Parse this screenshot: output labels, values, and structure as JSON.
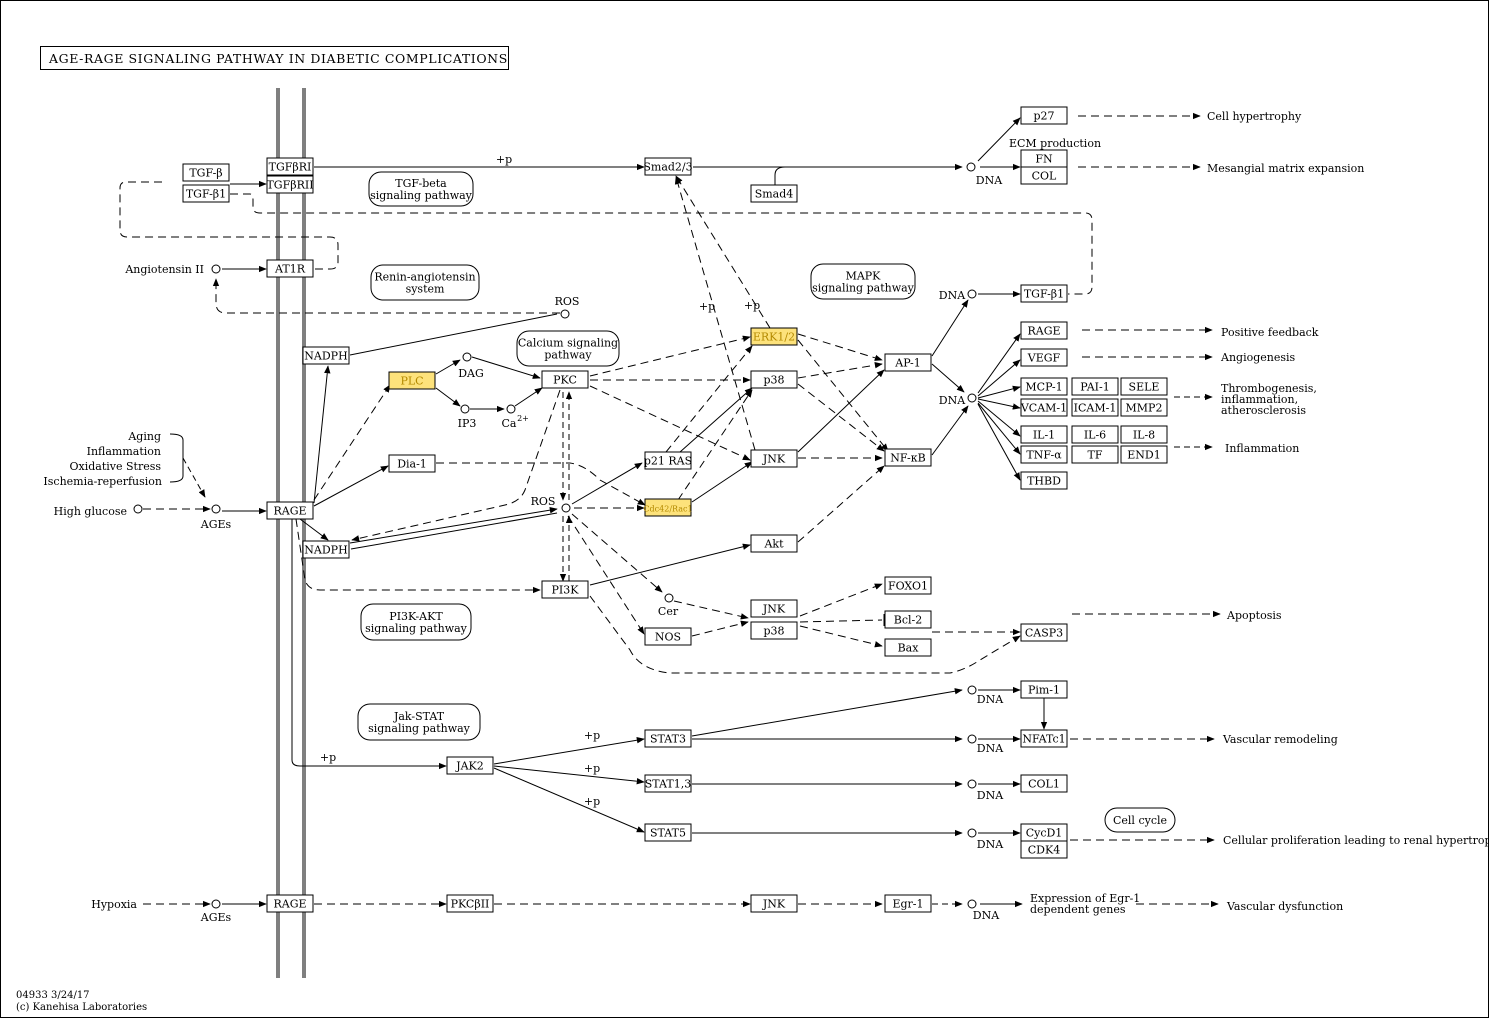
{
  "title": "AGE-RAGE SIGNALING PATHWAY IN DIABETIC COMPLICATIONS",
  "footer": {
    "map_id": "04933 3/24/17",
    "copyright": "(c) Kanehisa Laboratories"
  },
  "colors": {
    "highlight": "#fde27b",
    "highlight_text": "#b48a00",
    "membrane": "#7f7f7f",
    "line": "#000000"
  },
  "nodes": {
    "tgfb": "TGF-β",
    "tgfb1_a": "TGF-β1",
    "tgfbri": "TGFβRI",
    "tgfbrii": "TGFβRII",
    "smad23": "Smad2/3",
    "smad4": "Smad4",
    "at1r": "AT1R",
    "nadph_top": "NADPH",
    "plc": "PLC",
    "dia1": "Dia-1",
    "pkc": "PKC",
    "rage": "RAGE",
    "nadph_bot": "NADPH",
    "pi3k": "PI3K",
    "erk": "ERK1/2",
    "p38_a": "p38",
    "jnk_a": "JNK",
    "p21ras": "p21 RAS",
    "cdc42": "Cdc42/Rac1",
    "akt": "Akt",
    "ap1": "AP-1",
    "nfkb": "NF-κB",
    "jnk_b": "JNK",
    "p38_b": "p38",
    "nos": "NOS",
    "foxo1": "FOXO1",
    "bcl2": "Bcl-2",
    "bax": "Bax",
    "casp3": "CASP3",
    "jak2": "JAK2",
    "stat3": "STAT3",
    "stat13": "STAT1,3",
    "stat5": "STAT5",
    "pim1": "Pim-1",
    "nfatc1": "NFATc1",
    "col1": "COL1",
    "cycd1": "CycD1",
    "cdk4": "CDK4",
    "rage_b": "RAGE",
    "pkcbii": "PKCβII",
    "jnk_c": "JNK",
    "egr1": "Egr-1",
    "p27": "p27",
    "fn": "FN",
    "col": "COL",
    "tgfb1_b": "TGF-β1",
    "rage_t": "RAGE",
    "vegf": "VEGF",
    "mcp1": "MCP-1",
    "pai1": "PAI-1",
    "sele": "SELE",
    "vcam1": "VCAM-1",
    "icam1": "ICAM-1",
    "mmp2": "MMP2",
    "il1": "IL-1",
    "il6": "IL-6",
    "il8": "IL-8",
    "tnfa": "TNF-α",
    "tf": "TF",
    "end1": "END1",
    "thbd": "THBD"
  },
  "pathways": {
    "tgf": [
      "TGF-beta",
      "signaling pathway"
    ],
    "renin": [
      "Renin-angiotensin",
      "system"
    ],
    "calcium": [
      "Calcium signaling",
      "pathway"
    ],
    "mapk": [
      "MAPK",
      "signaling pathway"
    ],
    "pi3k": [
      "PI3K-AKT",
      "signaling pathway"
    ],
    "jak": [
      "Jak-STAT",
      "signaling pathway"
    ],
    "cellcycle": [
      "Cell cycle"
    ]
  },
  "labels": {
    "angiotensin": "Angiotensin II",
    "high_glucose": "High glucose",
    "ages": "AGEs",
    "ages_b": "AGEs",
    "hypoxia": "Hypoxia",
    "ros_top": "ROS",
    "ros_mid": "ROS",
    "dag": "DAG",
    "ip3": "IP3",
    "ca": "Ca",
    "ca_sup": "2+",
    "cer": "Cer",
    "stimuli": [
      "Aging",
      "Inflammation",
      "Oxidative Stress",
      "Ischemia-reperfusion"
    ],
    "dna": "DNA",
    "ecm": "ECM production",
    "plus_p": "+p"
  },
  "outcomes": {
    "hypertrophy": "Cell hypertrophy",
    "mesangial": "Mesangial matrix expansion",
    "feedback": "Positive feedback",
    "angiogenesis": "Angiogenesis",
    "thrombo": [
      "Thrombogenesis,",
      "inflammation,",
      "atherosclerosis"
    ],
    "inflammation": "Inflammation",
    "apoptosis": "Apoptosis",
    "vascular_remodeling": "Vascular remodeling",
    "proliferation": "Cellular proliferation leading to renal hypertrophy",
    "egr_genes": [
      "Expression of Egr-1",
      "dependent genes"
    ],
    "vascular_dysfunction": "Vascular dysfunction"
  }
}
